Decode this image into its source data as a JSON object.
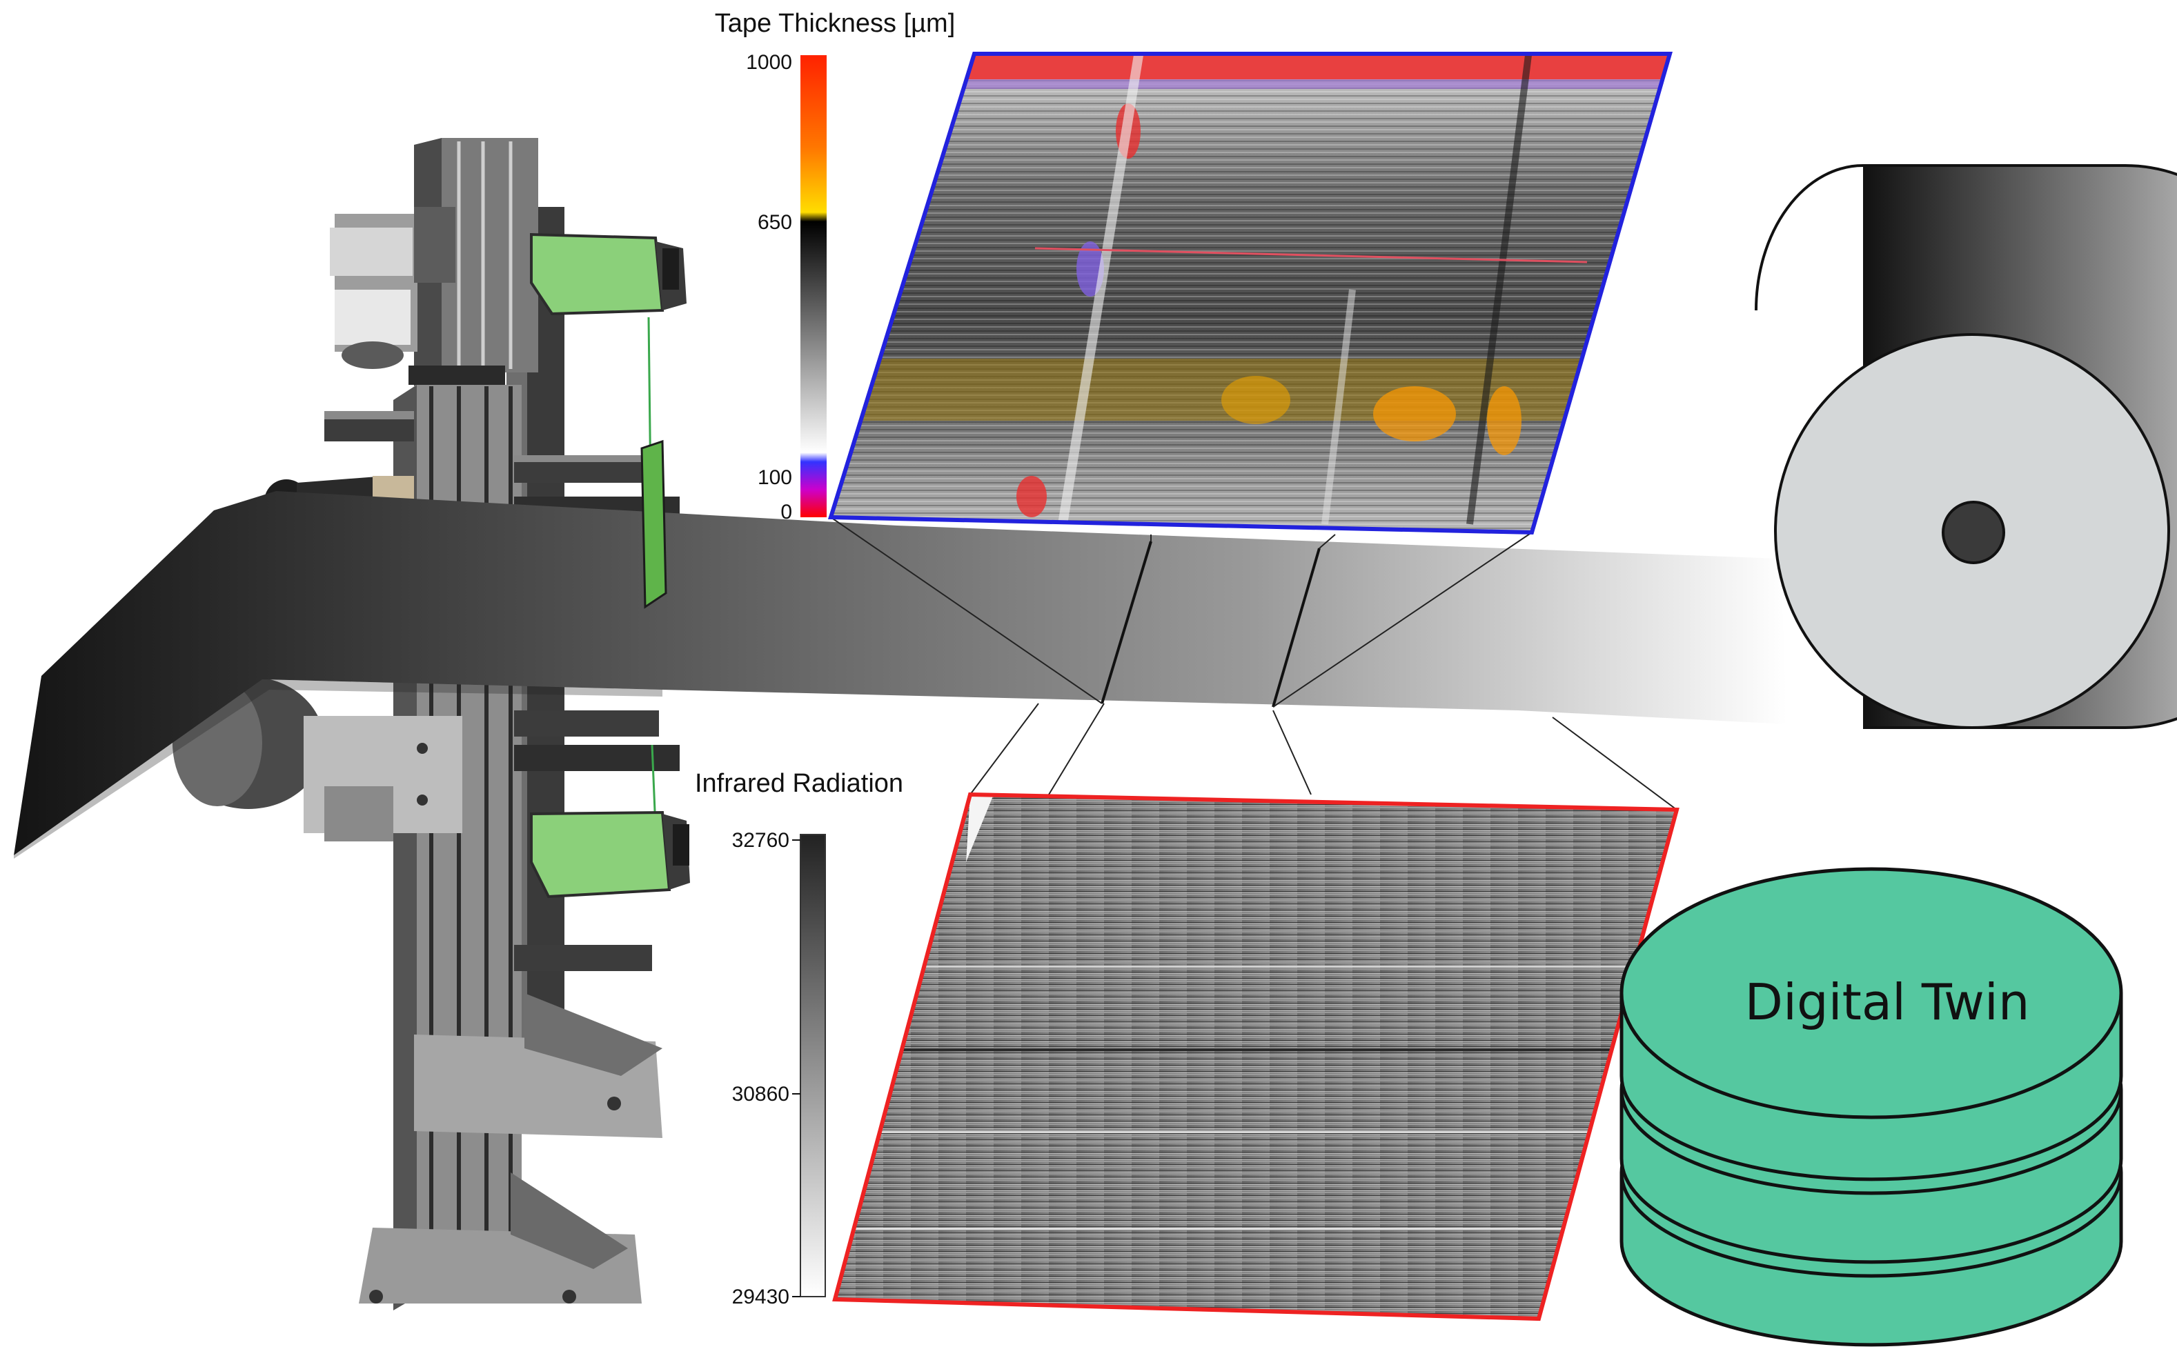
{
  "thickness_scale": {
    "title": "Tape Thickness [µm]",
    "ticks": [
      "1000",
      "650",
      "100",
      "0"
    ]
  },
  "infrared_scale": {
    "title": "Infrared Radiation",
    "ticks": [
      "32760",
      "30860",
      "29430"
    ]
  },
  "digital_twin": {
    "label": "Digital Twin",
    "color": "#55c8a0"
  },
  "colors": {
    "thickness_frame": "#2222dd",
    "infrared_frame": "#ee2222",
    "tape_dark": "#1a1a1a",
    "tape_light": "#ffffff"
  },
  "icons": [
    "machine-frame-icon",
    "camera-sensor-icon",
    "tape-roll-icon",
    "database-stack-icon"
  ]
}
